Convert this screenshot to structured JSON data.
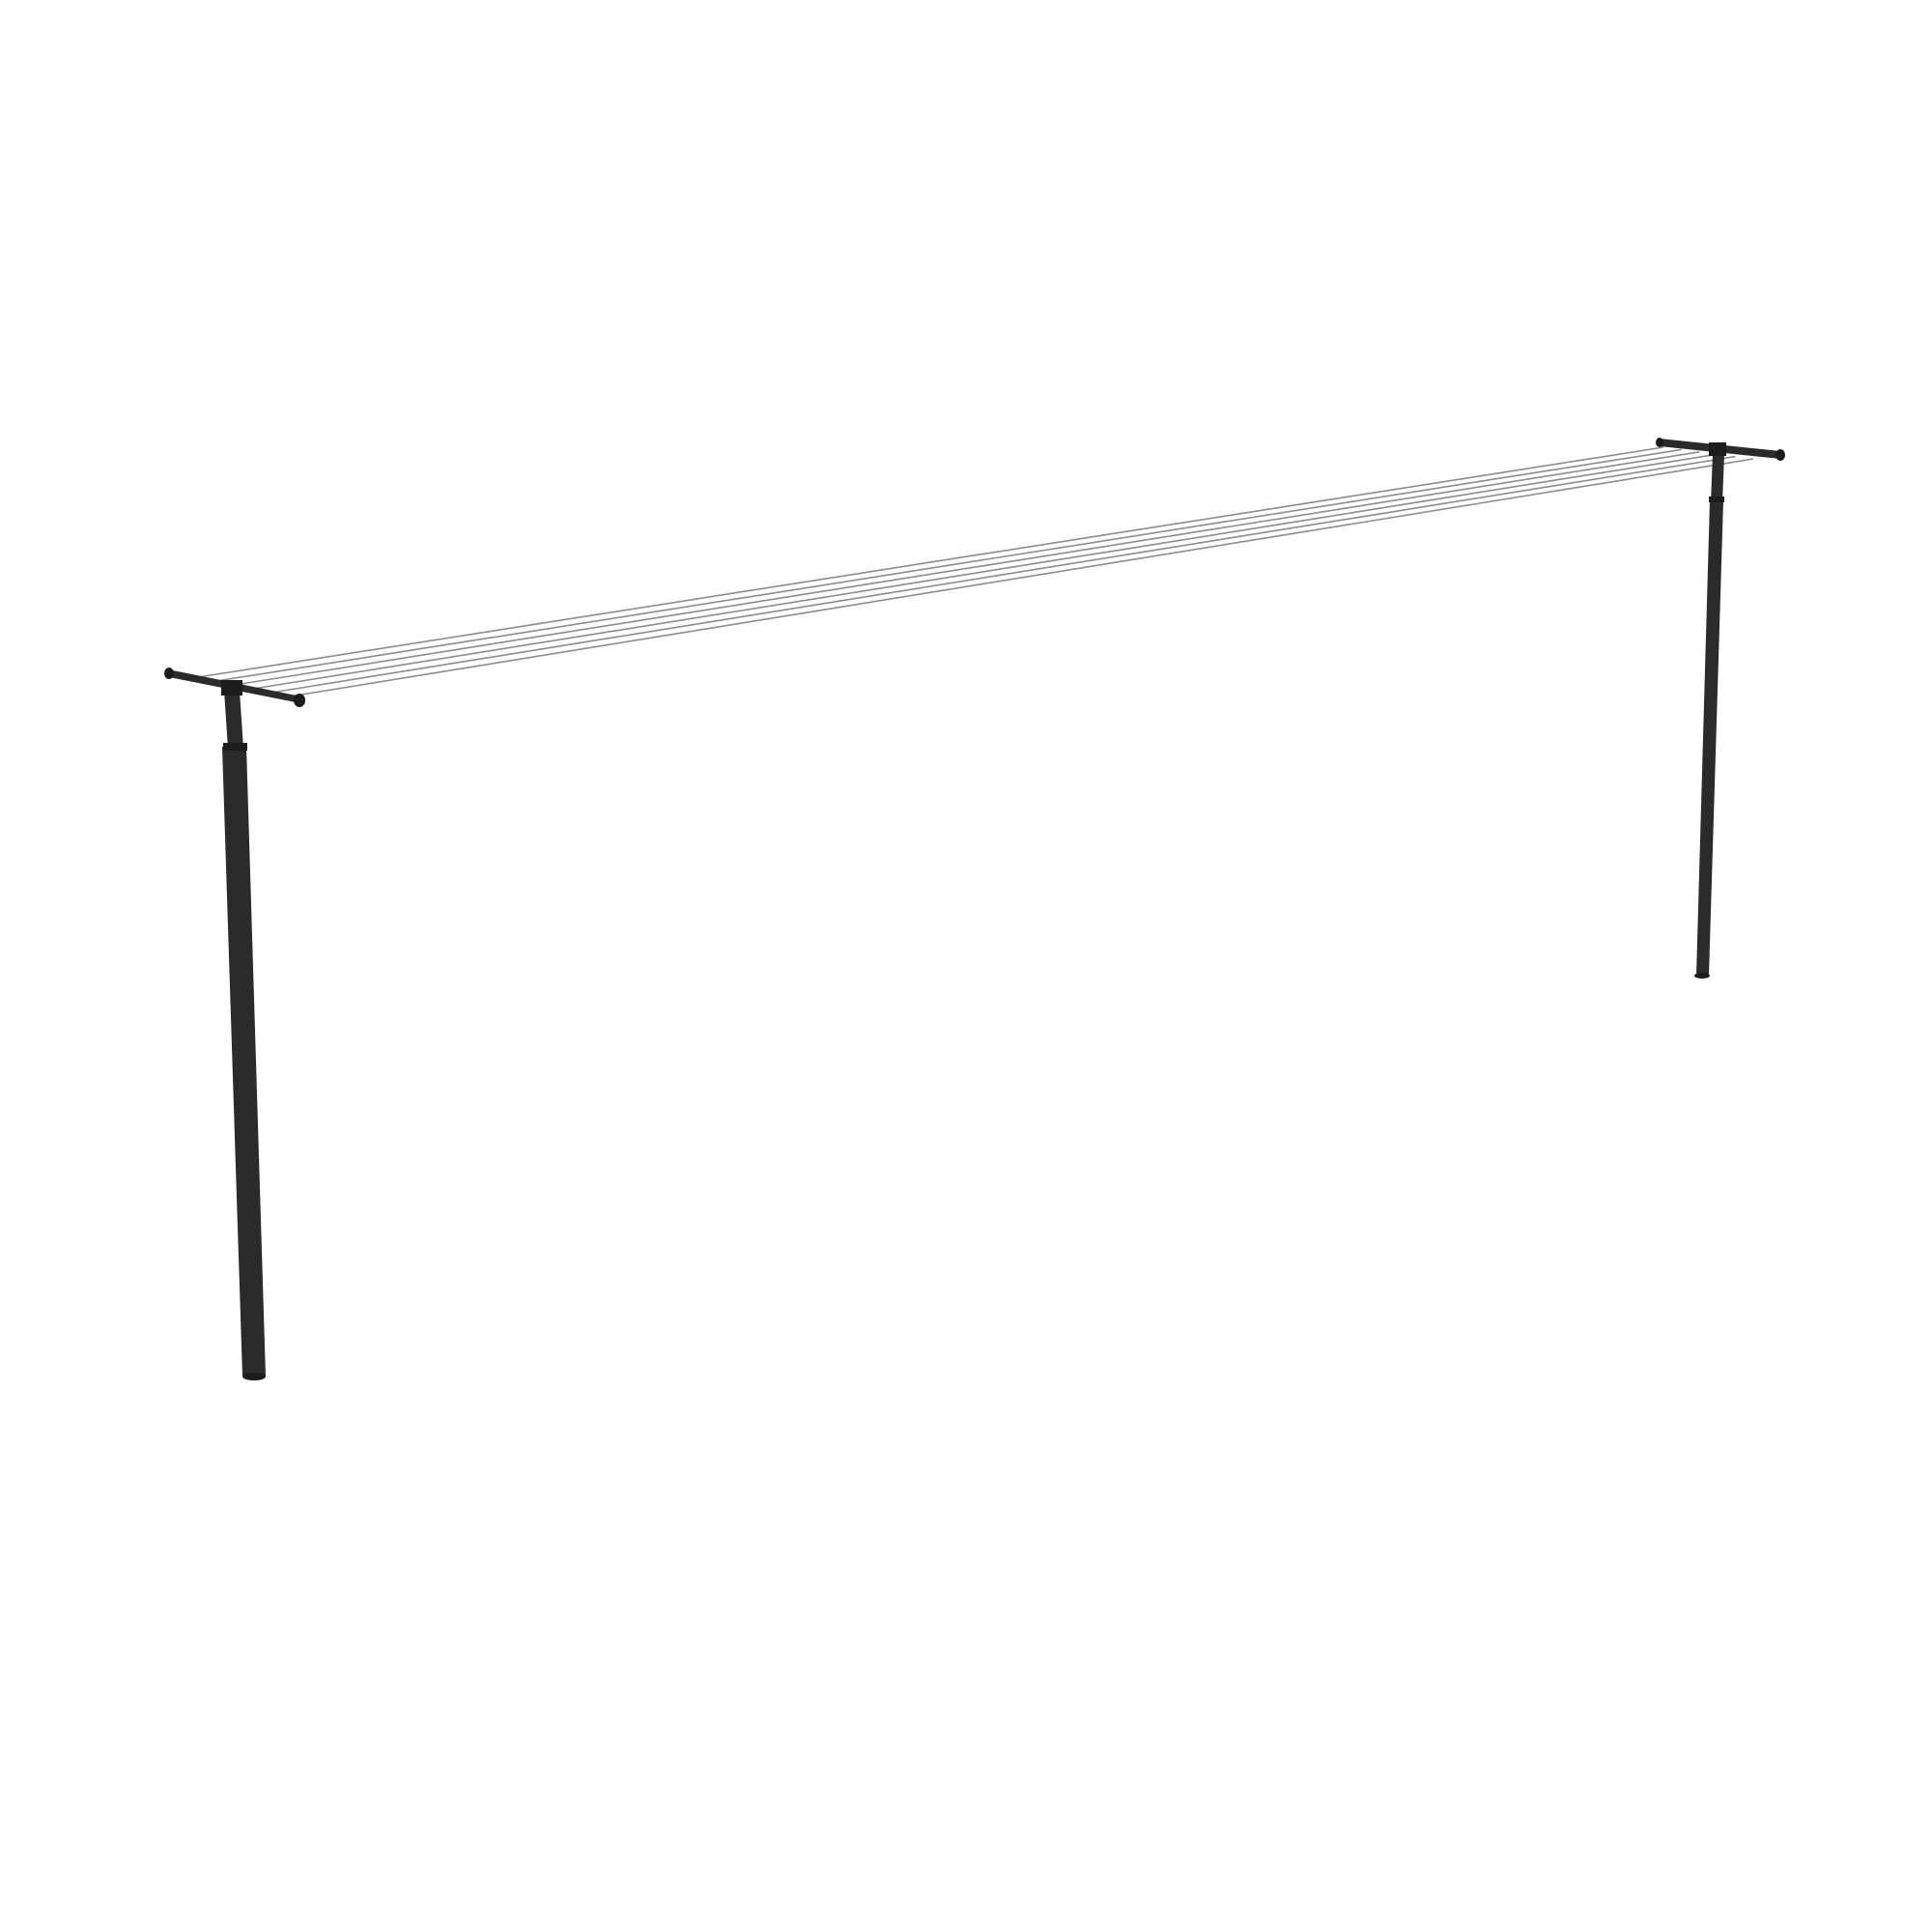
{
  "scene": {
    "subject": "clothesline-product-render",
    "background_color": "#ffffff",
    "post_color": "#2b2b2b",
    "post_highlight_color": "#3a3a3a",
    "post_shadow_color": "#1c1c1c",
    "line_color": "#8c8c8c",
    "line_count": 6,
    "posts": [
      {
        "name": "left-post"
      },
      {
        "name": "right-post"
      }
    ]
  }
}
